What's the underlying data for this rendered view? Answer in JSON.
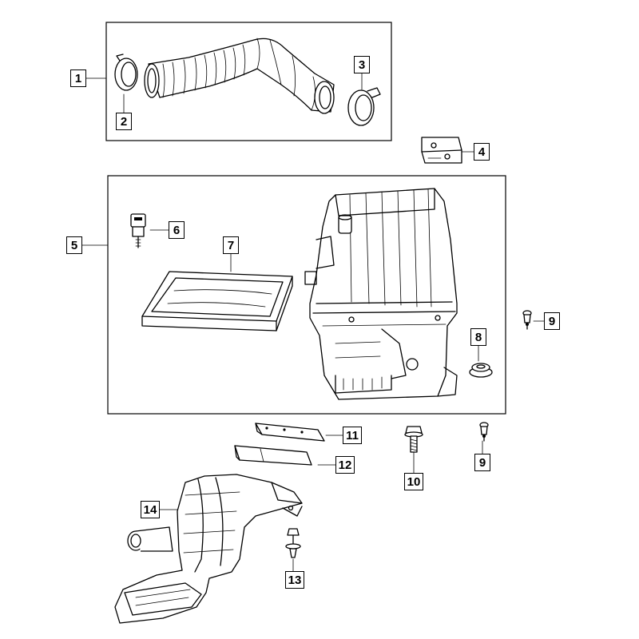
{
  "callouts": [
    "1",
    "2",
    "3",
    "4",
    "5",
    "6",
    "7",
    "8",
    "9",
    "9",
    "10",
    "11",
    "12",
    "13",
    "14"
  ]
}
